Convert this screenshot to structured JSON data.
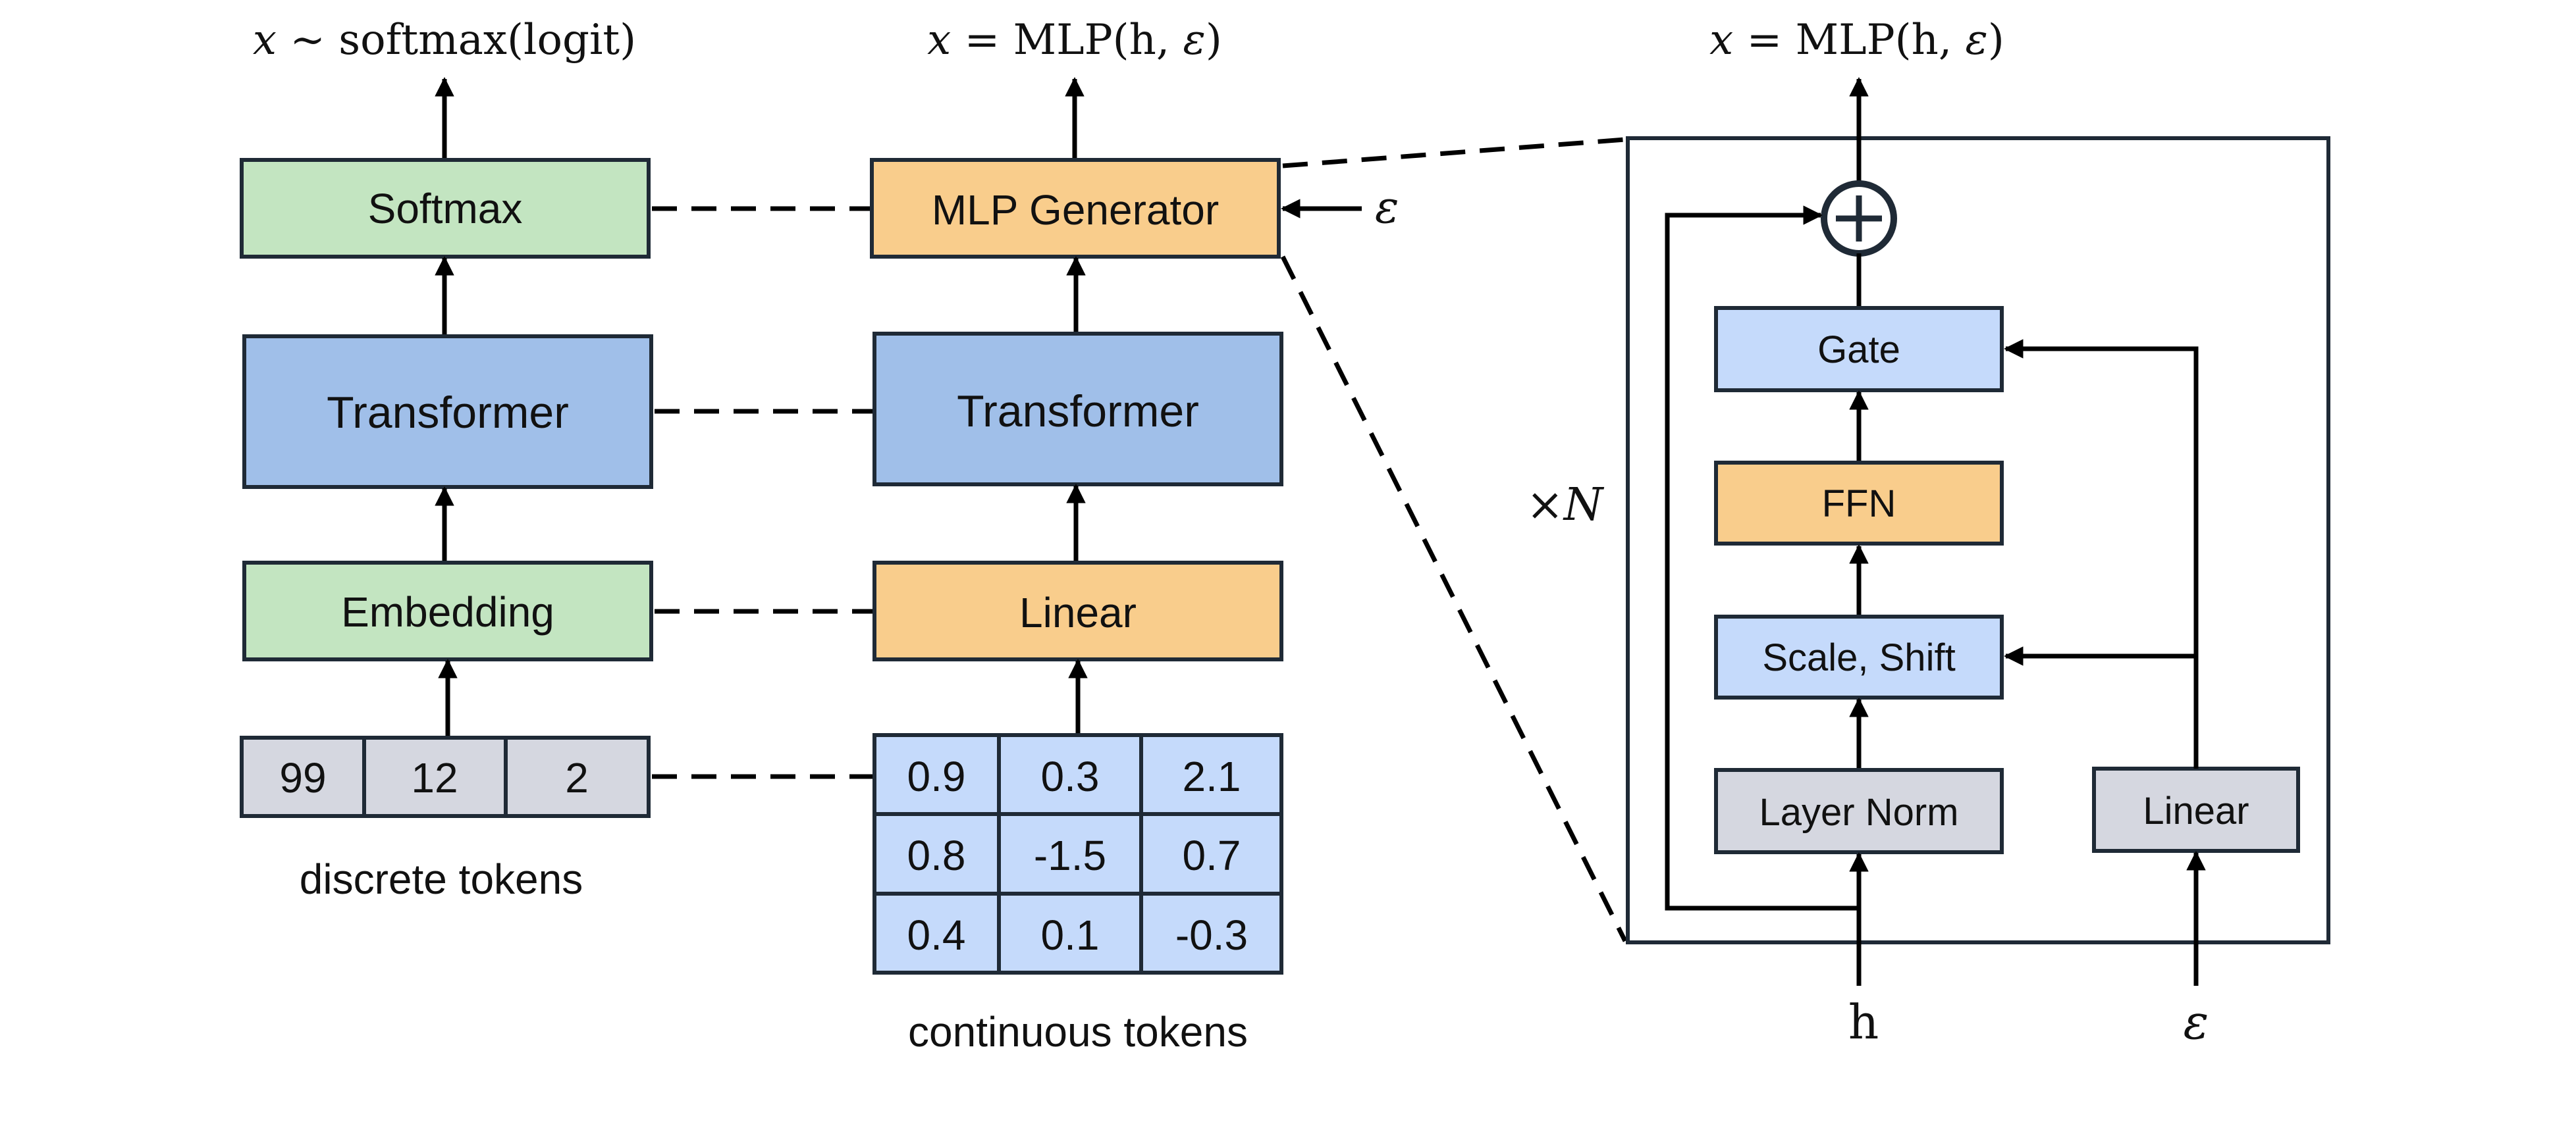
{
  "colors": {
    "green": "#c3e5c1",
    "blue_dark": "#a0bfe9",
    "blue_light": "#c5dafb",
    "orange": "#f9cd8c",
    "gray": "#d5d7e0",
    "border": "#1f2a36"
  },
  "left": {
    "top_formula_prefix": "x",
    "top_formula_rest": " ~ softmax(logit)",
    "softmax_label": "Softmax",
    "transformer_label": "Transformer",
    "embedding_label": "Embedding",
    "tokens": [
      "99",
      "12",
      "2"
    ],
    "caption": "discrete tokens"
  },
  "middle": {
    "top_formula_prefix": "x",
    "top_formula_rest": " = MLP(h, ",
    "top_formula_eps": "ε",
    "top_formula_close": ")",
    "mlp_label": "MLP Generator",
    "eps_input": "ε",
    "transformer_label": "Transformer",
    "linear_label": "Linear",
    "tokens": [
      [
        "0.9",
        "0.3",
        "2.1"
      ],
      [
        "0.8",
        "-1.5",
        "0.7"
      ],
      [
        "0.4",
        "0.1",
        "-0.3"
      ]
    ],
    "caption": "continuous tokens"
  },
  "right": {
    "top_formula_prefix": "x",
    "top_formula_rest": " = MLP(h, ",
    "top_formula_eps": "ε",
    "top_formula_close": ")",
    "repeat_label_times": "×",
    "repeat_label_n": "N",
    "gate_label": "Gate",
    "ffn_label": "FFN",
    "scale_shift_label": "Scale, Shift",
    "layer_norm_label": "Layer Norm",
    "linear_label": "Linear",
    "input_h": "h",
    "input_eps": "ε"
  }
}
